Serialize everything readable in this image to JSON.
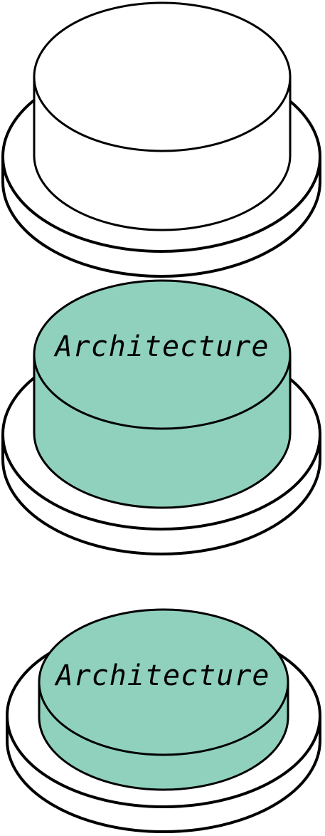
{
  "colors": {
    "fill_top": "#ffffff",
    "fill_active": "#8fd1bd",
    "stroke": "#000000",
    "background": "#ffffff"
  },
  "diagram": {
    "buttons": [
      {
        "state": "default",
        "label": ""
      },
      {
        "state": "hover",
        "label": "Architecture"
      },
      {
        "state": "pressed",
        "label": "Architecture"
      }
    ]
  }
}
